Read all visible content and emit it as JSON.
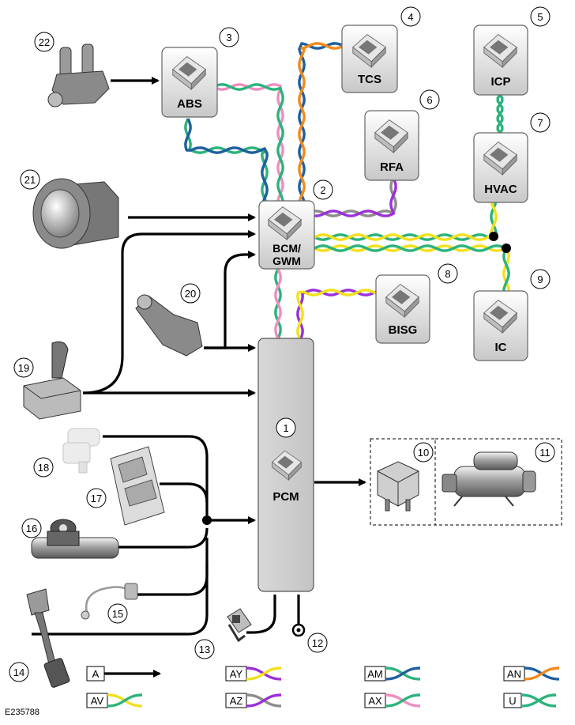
{
  "figure_ref": "E235788",
  "colors": {
    "black": "#000000",
    "green": "#2bb37b",
    "pink": "#f08dbf",
    "blue": "#1f5f9e",
    "orange": "#f28a1c",
    "purple": "#9b30d9",
    "gray": "#8c8c8c",
    "yellow": "#f2e01c"
  },
  "modules": [
    {
      "id": "pcm",
      "label": "PCM",
      "number": "1"
    },
    {
      "id": "bcm",
      "label": "BCM/",
      "label2": "GWM",
      "number": "2"
    },
    {
      "id": "abs",
      "label": "ABS",
      "number": "3"
    },
    {
      "id": "tcs",
      "label": "TCS",
      "number": "4"
    },
    {
      "id": "icp",
      "label": "ICP",
      "number": "5"
    },
    {
      "id": "rfa",
      "label": "RFA",
      "number": "6"
    },
    {
      "id": "hvac",
      "label": "HVAC",
      "number": "7"
    },
    {
      "id": "bisg",
      "label": "BISG",
      "number": "8"
    },
    {
      "id": "ic",
      "label": "IC",
      "number": "9"
    }
  ],
  "components": [
    {
      "id": "relay",
      "number": "10",
      "icon": "relay-icon"
    },
    {
      "id": "starter",
      "number": "11",
      "icon": "starter-motor-icon"
    },
    {
      "id": "ground",
      "number": "12",
      "icon": "ground-icon"
    },
    {
      "id": "fuse",
      "number": "13",
      "icon": "fuse-icon"
    },
    {
      "id": "pedal",
      "number": "14",
      "icon": "accelerator-pedal-icon"
    },
    {
      "id": "sensor15",
      "number": "15",
      "icon": "sensor-icon"
    },
    {
      "id": "sensor16",
      "number": "16",
      "icon": "position-sensor-icon"
    },
    {
      "id": "fusebox",
      "number": "17",
      "icon": "fuse-box-icon"
    },
    {
      "id": "sensor18",
      "number": "18",
      "icon": "sensor-icon"
    },
    {
      "id": "selector",
      "number": "19",
      "icon": "gear-selector-icon"
    },
    {
      "id": "switch20",
      "number": "20",
      "icon": "switch-icon"
    },
    {
      "id": "button",
      "number": "21",
      "icon": "start-button-icon"
    },
    {
      "id": "switch22",
      "number": "22",
      "icon": "switch-icon"
    }
  ],
  "legend": [
    {
      "code": "A",
      "type": "arrow",
      "colors": [
        "#000000"
      ]
    },
    {
      "code": "AV",
      "type": "twist",
      "colors": [
        "#f2e01c",
        "#2bb37b"
      ]
    },
    {
      "code": "AY",
      "type": "twist",
      "colors": [
        "#9b30d9",
        "#f2e01c"
      ]
    },
    {
      "code": "AZ",
      "type": "twist",
      "colors": [
        "#8c8c8c",
        "#9b30d9"
      ]
    },
    {
      "code": "AM",
      "type": "twist",
      "colors": [
        "#2bb37b",
        "#1f5f9e"
      ]
    },
    {
      "code": "AX",
      "type": "twist",
      "colors": [
        "#f08dbf",
        "#2bb37b"
      ]
    },
    {
      "code": "AN",
      "type": "twist",
      "colors": [
        "#1f5f9e",
        "#f28a1c"
      ]
    },
    {
      "code": "U",
      "type": "twist",
      "colors": [
        "#2bb37b",
        "#2bb37b"
      ]
    }
  ]
}
